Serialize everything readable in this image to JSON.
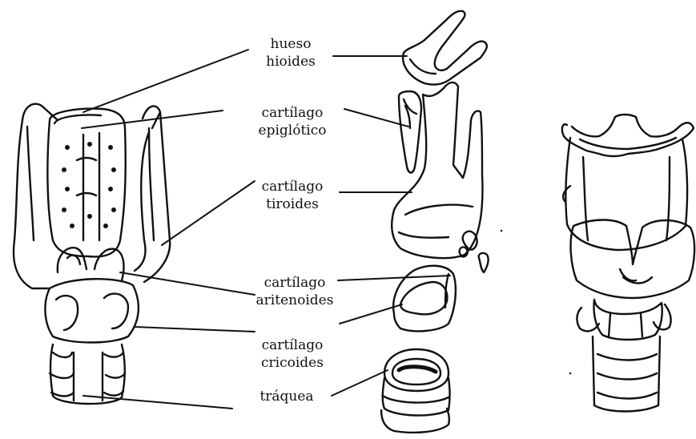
{
  "labels": {
    "hueso_hioides": [
      "hueso",
      "hioides"
    ],
    "cartilago_epiglotico": [
      "cartílago",
      "epiglótico"
    ],
    "cartilago_tiroides": [
      "cartílago",
      "tiroides"
    ],
    "cartilago_aritenoides": [
      "cartílago",
      "aritenoides"
    ],
    "cartilago_cricoides": [
      "cartílago",
      "cricoides"
    ],
    "traquea": [
      "tráquea"
    ]
  },
  "colors": {
    "ink": "#111111",
    "background": "#ffffff"
  }
}
